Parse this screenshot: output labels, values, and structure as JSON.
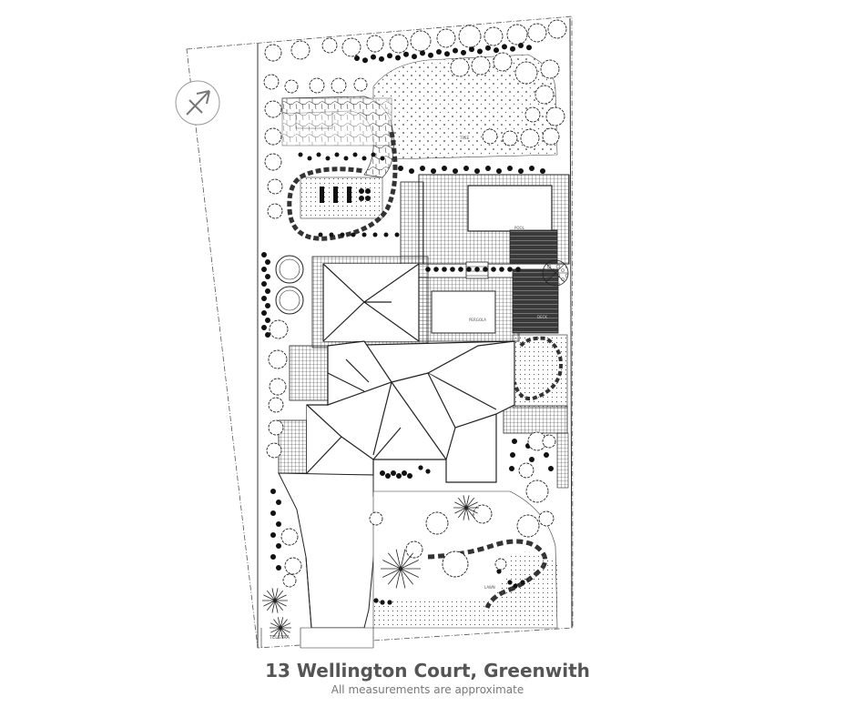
{
  "caption": {
    "title": "13 Wellington Court, Greenwith",
    "subtitle": "All measurements are approximate"
  },
  "plan_labels": {
    "pool": "POOL",
    "pergola": "PERGOLA",
    "deck": "DECK",
    "telstra": "TELSTRA",
    "lawn": "LAWN",
    "tree": "TREE"
  },
  "icons": {
    "north_arrow": "north-arrow-icon"
  },
  "colors": {
    "line": "#2a2a2a",
    "caption_title": "#555555",
    "caption_subtitle": "#777777"
  }
}
